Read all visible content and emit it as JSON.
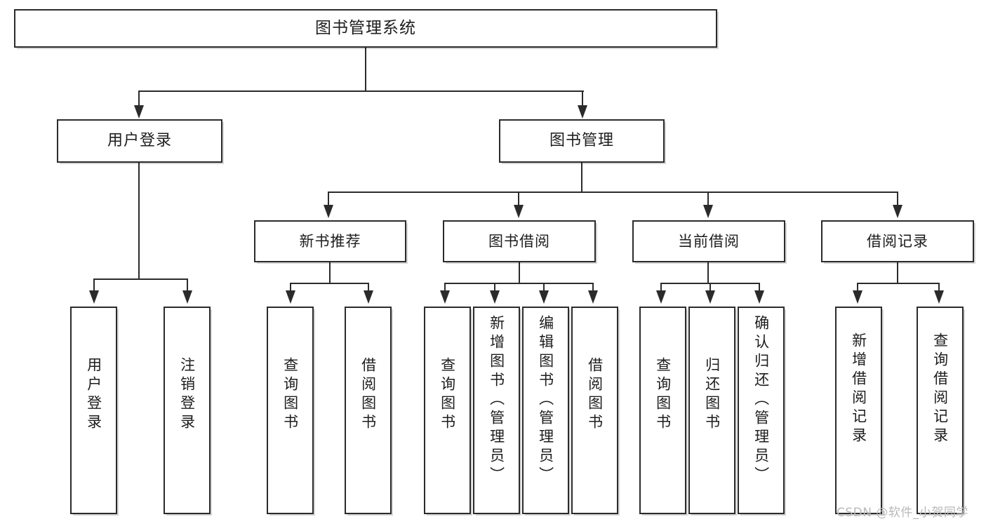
{
  "diagram": {
    "type": "tree-hierarchy",
    "title": "图书管理系统",
    "root": {
      "label": "图书管理系统"
    },
    "level2": [
      {
        "label": "用户登录"
      },
      {
        "label": "图书管理"
      }
    ],
    "level3": [
      {
        "label": "新书推荐"
      },
      {
        "label": "图书借阅"
      },
      {
        "label": "当前借阅"
      },
      {
        "label": "借阅记录"
      }
    ],
    "leaves": {
      "user_login": [
        {
          "label": "用户登录"
        },
        {
          "label": "注销登录"
        }
      ],
      "new_book_recommend": [
        {
          "label": "查询图书"
        },
        {
          "label": "借阅图书"
        }
      ],
      "book_borrow": [
        {
          "label": "查询图书"
        },
        {
          "label": "新增图书（管理员）"
        },
        {
          "label": "编辑图书（管理员）"
        },
        {
          "label": "借阅图书"
        }
      ],
      "current_borrow": [
        {
          "label": "查询图书"
        },
        {
          "label": "归还图书"
        },
        {
          "label": "确认归还（管理员）"
        }
      ],
      "borrow_record": [
        {
          "label": "新增借阅记录"
        },
        {
          "label": "查询借阅记录"
        }
      ]
    }
  },
  "watermark": {
    "text": "CSDN @软件_小贺同学"
  },
  "colors": {
    "stroke": "#2b2b2b",
    "fill": "#ffffff",
    "text": "#1d1d1d",
    "watermark": "#b9b9b9"
  }
}
